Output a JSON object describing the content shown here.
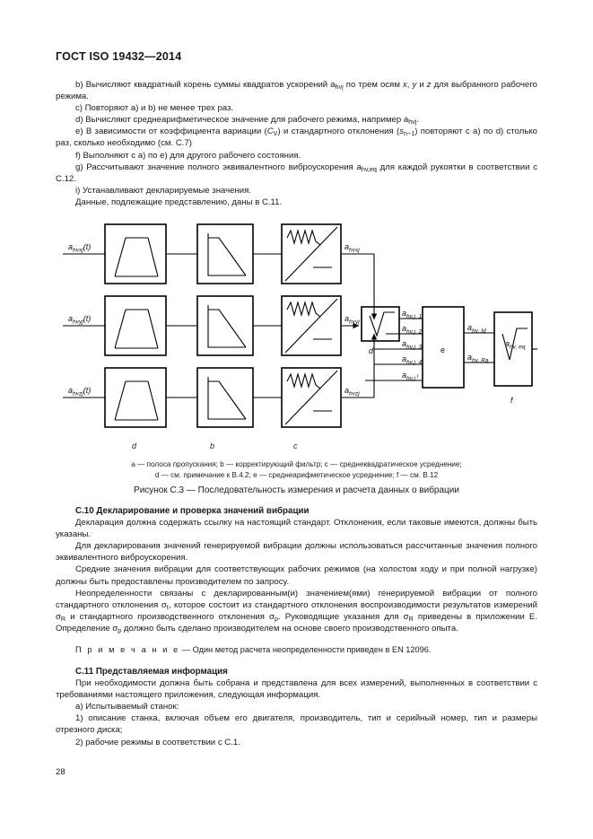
{
  "header": {
    "title": "ГОСТ ISO 19432—2014"
  },
  "page_number": "28",
  "intro_items": [
    {
      "id": "item-b",
      "html": "b) Вычисляют квадратный корень суммы квадратов ускорений a<sub>hvj</sub> по трем осям <i>x</i>, <i>y</i> и <i>z</i> для выбранного рабочего режима."
    },
    {
      "id": "item-c",
      "html": "c) Повторяют a) и b) не менее трех раз."
    },
    {
      "id": "item-d",
      "html": "d) Вычисляют среднеарифметическое значение для рабочего режима, например a<sub>hvj</sub>."
    },
    {
      "id": "item-e",
      "html": "e) В зависимости от коэффициента вариации (<i>C</i><sub>V</sub>) и стандартного отклонения (<i>s</i><sub>n−1</sub>) повторяют с a) по d) столько раз, сколько необходимо (см. C.7)"
    },
    {
      "id": "item-f",
      "html": "f) Выполняют с a) по e) для другого рабочего состояния."
    },
    {
      "id": "item-g",
      "html": "g) Рассчитывают значение полного эквивалентного виброускорения a<sub>hv,eq</sub> для каждой рукоятки в соответствии с C.12."
    },
    {
      "id": "item-i",
      "html": "i) Устанавливают декларируемые значения."
    },
    {
      "id": "item-data",
      "html": "Данные, подлежащие представлению, даны в C.11."
    }
  ],
  "figure": {
    "inputs": [
      "a hvxj (t)",
      "a hvyj (t)",
      "a hvzj (t)"
    ],
    "chain_outputs": [
      "a hvxj",
      "a hvyj",
      "a hvzj"
    ],
    "sqrt_label": "d",
    "avg_label": "e",
    "final_label": "f",
    "mid_labels": [
      "a hv,j, 1",
      "a hv,j, 2",
      "a hv,j, 3",
      "a hv,j, 4",
      "a hv,j, i"
    ],
    "avg_outputs": [
      "a hv, Id",
      "a hv, Ra"
    ],
    "final_output": "a hv, eq",
    "column_keys": [
      "d",
      "b",
      "c"
    ],
    "legend_line1": "a — полоса пропускания; b — корректирующий фильтр; c — среднеквадратическое усреднение;",
    "legend_line2": "d — см. примечание к B.4.2; e — среднеарифметическое усреднение; f — см. B.12",
    "caption": "Рисунок С.3 — Последовательность измерения и расчета данных о вибрации"
  },
  "section_c10": {
    "heading": "С.10 Декларирование и проверка значений вибрации",
    "paragraphs": [
      "Декларация должна содержать ссылку на настоящий стандарт. Отклонения, если таковые имеются, должны быть указаны.",
      "Для декларирования значений генерируемой вибрации должны использоваться рассчитанные значения полного эквивалентного виброускорения.",
      "Средние значения вибрации для соответствующих рабочих режимов (на холостом ходу и при полной нагрузке) должны быть предоставлены производителем по запросу."
    ],
    "uncertainty_html": "Неопределенности связаны с декларированным(и) значением(ями) генерируемой вибрации от полного стандартного отклонения σ<sub>t</sub>, которое состоит из стандартного отклонения воспроизводимости результатов измерений σ<sub>R</sub> и стандартного производственного отклонения σ<sub>p</sub>. Руководящие указания для σ<sub>R</sub> приведены в приложении E. Определение σ<sub>p</sub> должно быть сделано производителем на основе своего производственного опыта.",
    "note_label": "П р и м е ч а н и е",
    "note_text": "— Один метод расчета неопределенности приведен в EN 12096."
  },
  "section_c11": {
    "heading": "С.11 Представляемая информация",
    "intro": "При необходимости должна быть собрана и представлена для всех измерений, выполненных в соответствии с требованиями настоящего приложения, следующая информация.",
    "items": [
      "a) Испытываемый станок:",
      "1) описание станка, включая объем его двигателя, производитель, тип и серийный номер, тип и размеры отрезного диска;",
      "2) рабочие режимы в соответствии с С.1."
    ]
  }
}
